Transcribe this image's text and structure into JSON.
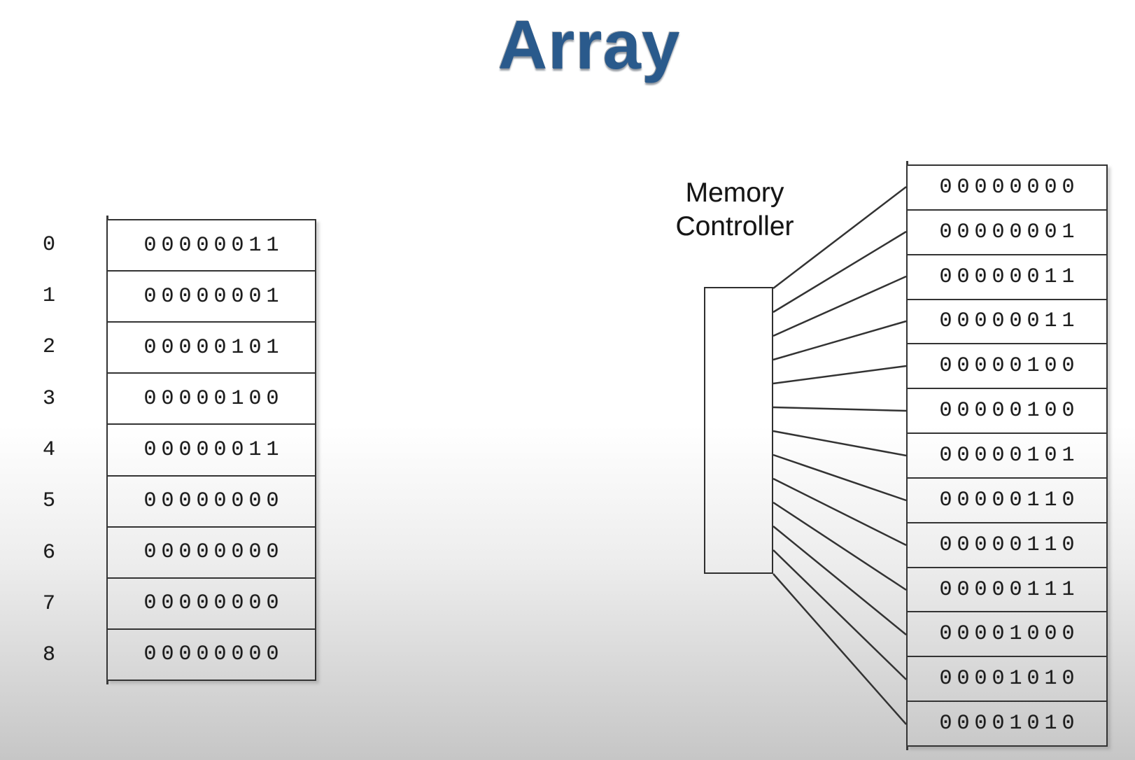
{
  "title": "Array",
  "left_table": {
    "rows": [
      {
        "index": "0",
        "value": "00000011"
      },
      {
        "index": "1",
        "value": "00000001"
      },
      {
        "index": "2",
        "value": "00000101"
      },
      {
        "index": "3",
        "value": "00000100"
      },
      {
        "index": "4",
        "value": "00000011"
      },
      {
        "index": "5",
        "value": "00000000"
      },
      {
        "index": "6",
        "value": "00000000"
      },
      {
        "index": "7",
        "value": "00000000"
      },
      {
        "index": "8",
        "value": "00000000"
      }
    ]
  },
  "memory_controller": {
    "label": "Memory Controller"
  },
  "right_table": {
    "rows": [
      "00000000",
      "00000001",
      "00000011",
      "00000011",
      "00000100",
      "00000100",
      "00000101",
      "00000110",
      "00000110",
      "00000111",
      "00001000",
      "00001010",
      "00001010"
    ]
  },
  "colors": {
    "title": "#2a5a8c",
    "connector_line": "#333333",
    "text": "#1c1c1c"
  }
}
